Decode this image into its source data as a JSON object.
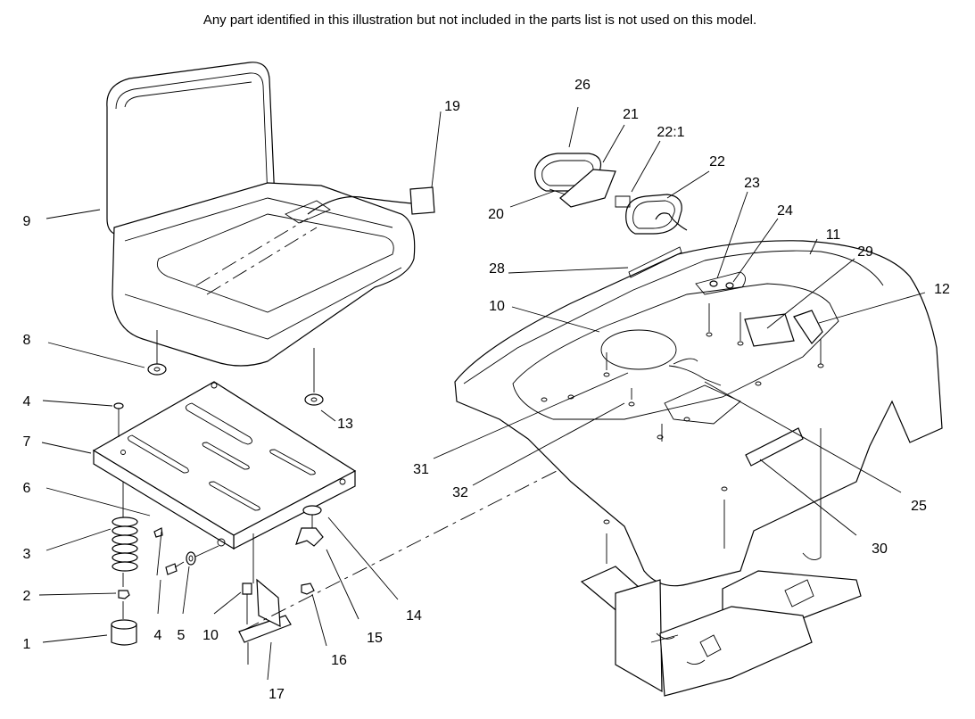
{
  "header": {
    "note": "Any part identified in this illustration but not included in the parts list is not used on this model."
  },
  "callouts": {
    "c1": "1",
    "c2": "2",
    "c3": "3",
    "c4a": "4",
    "c4b": "4",
    "c5": "5",
    "c6": "6",
    "c7": "7",
    "c8": "8",
    "c9": "9",
    "c10a": "10",
    "c10b": "10",
    "c11": "11",
    "c12": "12",
    "c13": "13",
    "c14": "14",
    "c15": "15",
    "c16": "16",
    "c17": "17",
    "c19": "19",
    "c20": "20",
    "c21": "21",
    "c22_1": "22:1",
    "c22": "22",
    "c23": "23",
    "c24": "24",
    "c25": "25",
    "c26": "26",
    "c28": "28",
    "c29": "29",
    "c30": "30",
    "c31": "31",
    "c32": "32"
  }
}
